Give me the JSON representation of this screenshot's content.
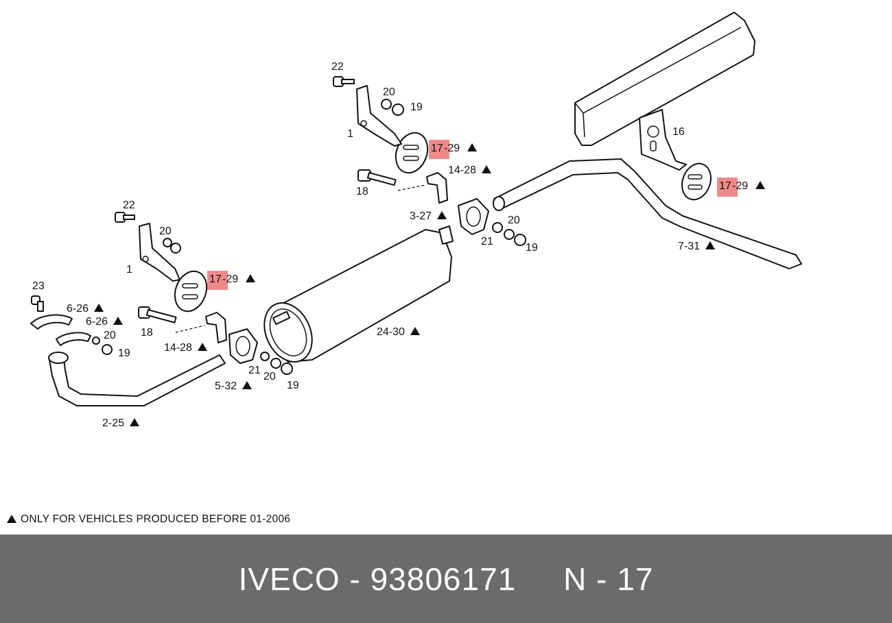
{
  "diagram": {
    "callouts": [
      {
        "id": "c-22-top",
        "text": "22"
      },
      {
        "id": "c-20-top",
        "text": "20"
      },
      {
        "id": "c-19-top",
        "text": "19"
      },
      {
        "id": "c-1-top",
        "text": "1"
      },
      {
        "id": "c-hl-top",
        "hl": "17",
        "rest": "-29"
      },
      {
        "id": "c-14-28-top",
        "text": "14-28"
      },
      {
        "id": "c-18-top",
        "text": "18"
      },
      {
        "id": "c-3-27",
        "text": "3-27"
      },
      {
        "id": "c-20-mid",
        "text": "20"
      },
      {
        "id": "c-21-mid",
        "text": "21"
      },
      {
        "id": "c-19-mid",
        "text": "19"
      },
      {
        "id": "c-16",
        "text": "16"
      },
      {
        "id": "c-hl-right",
        "hl": "17",
        "rest": "-29"
      },
      {
        "id": "c-7-31",
        "text": "7-31"
      },
      {
        "id": "c-22-left",
        "text": "22"
      },
      {
        "id": "c-20-left",
        "text": "20"
      },
      {
        "id": "c-1-left",
        "text": "1"
      },
      {
        "id": "c-hl-left",
        "hl": "17",
        "rest": "-29"
      },
      {
        "id": "c-23",
        "text": "23"
      },
      {
        "id": "c-6-26-a",
        "text": "6-26"
      },
      {
        "id": "c-6-26-b",
        "text": "6-26"
      },
      {
        "id": "c-20-lower",
        "text": "20"
      },
      {
        "id": "c-19-lower",
        "text": "19"
      },
      {
        "id": "c-18-left",
        "text": "18"
      },
      {
        "id": "c-14-28-left",
        "text": "14-28"
      },
      {
        "id": "c-24-30",
        "text": "24-30"
      },
      {
        "id": "c-21-low",
        "text": "21"
      },
      {
        "id": "c-20-low",
        "text": "20"
      },
      {
        "id": "c-19-low",
        "text": "19"
      },
      {
        "id": "c-5-32",
        "text": "5-32"
      },
      {
        "id": "c-2-25",
        "text": "2-25"
      }
    ],
    "footnote": "ONLY FOR VEHICLES PRODUCED BEFORE 01-2006"
  },
  "footer": {
    "text": "IVECO - 93806171     N - 17"
  },
  "colors": {
    "highlight": "#f08a8a",
    "footer_bg": "#6b6b6b",
    "footer_text": "#ffffff"
  }
}
